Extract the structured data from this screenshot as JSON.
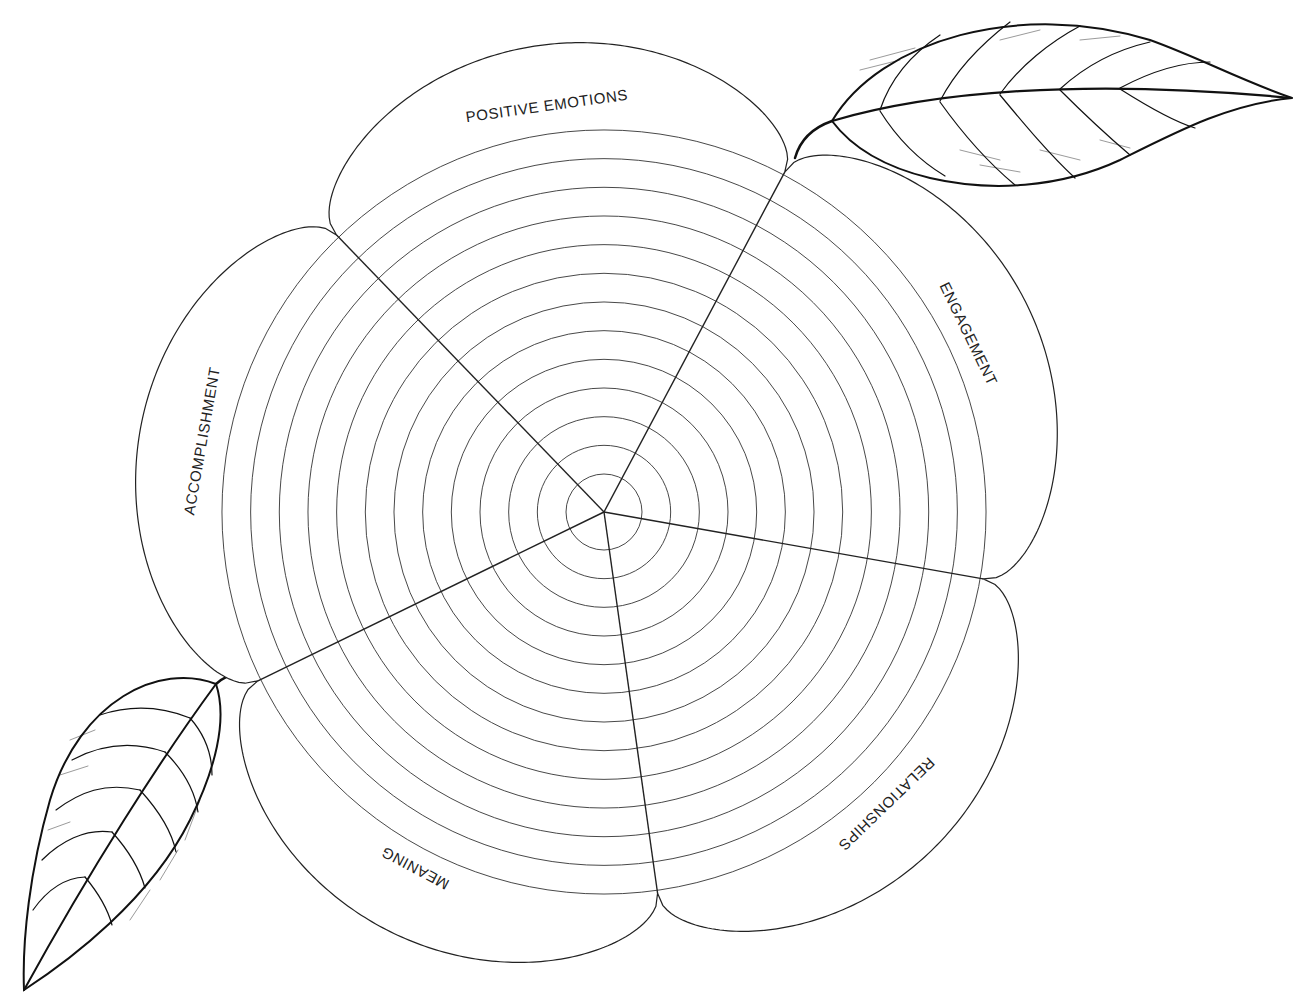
{
  "diagram": {
    "labels": [
      "POSITIVE EMOTIONS",
      "ENGAGEMENT",
      "RELATIONSHIPS",
      "MEANING",
      "ACCOMPLISHMENT"
    ]
  }
}
